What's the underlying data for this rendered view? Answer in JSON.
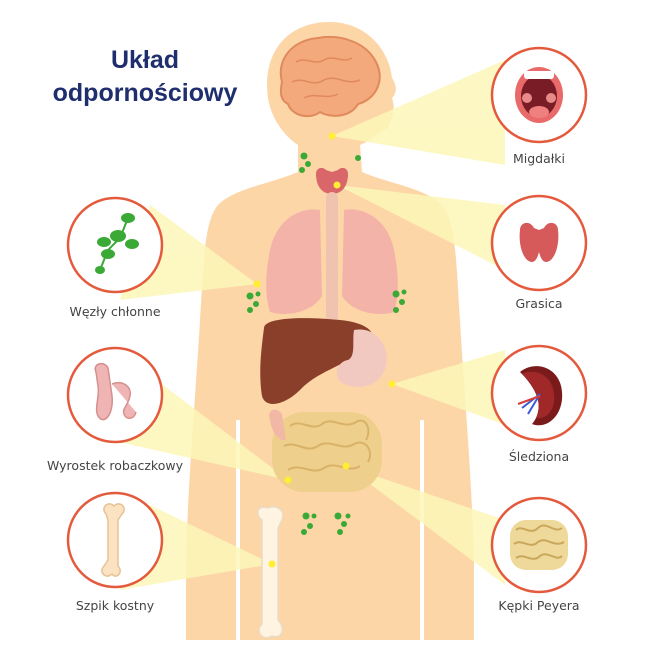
{
  "title": {
    "line1": "Układ",
    "line2": "odpornościowy"
  },
  "colors": {
    "body": "#fdd6a8",
    "beam": "#fdf7b8",
    "circle_border": "#e45a3c",
    "title": "#1f2f6e",
    "lymph": "#3aa935",
    "dot": "#ffee33"
  },
  "organs": [
    {
      "key": "tonsils",
      "label": "Migdałki",
      "icon": "open-mouth-tonsils-icon"
    },
    {
      "key": "thymus",
      "label": "Grasica",
      "icon": "thymus-gland-icon"
    },
    {
      "key": "spleen",
      "label": "Śledziona",
      "icon": "spleen-icon"
    },
    {
      "key": "peyer",
      "label": "Kępki Peyera",
      "icon": "intestine-icon"
    },
    {
      "key": "lymph",
      "label": "Węzły chłonne",
      "icon": "lymph-node-chain-icon"
    },
    {
      "key": "appendix",
      "label": "Wyrostek robaczkowy",
      "icon": "appendix-icon"
    },
    {
      "key": "marrow",
      "label": "Szpik kostny",
      "icon": "bone-icon"
    }
  ]
}
